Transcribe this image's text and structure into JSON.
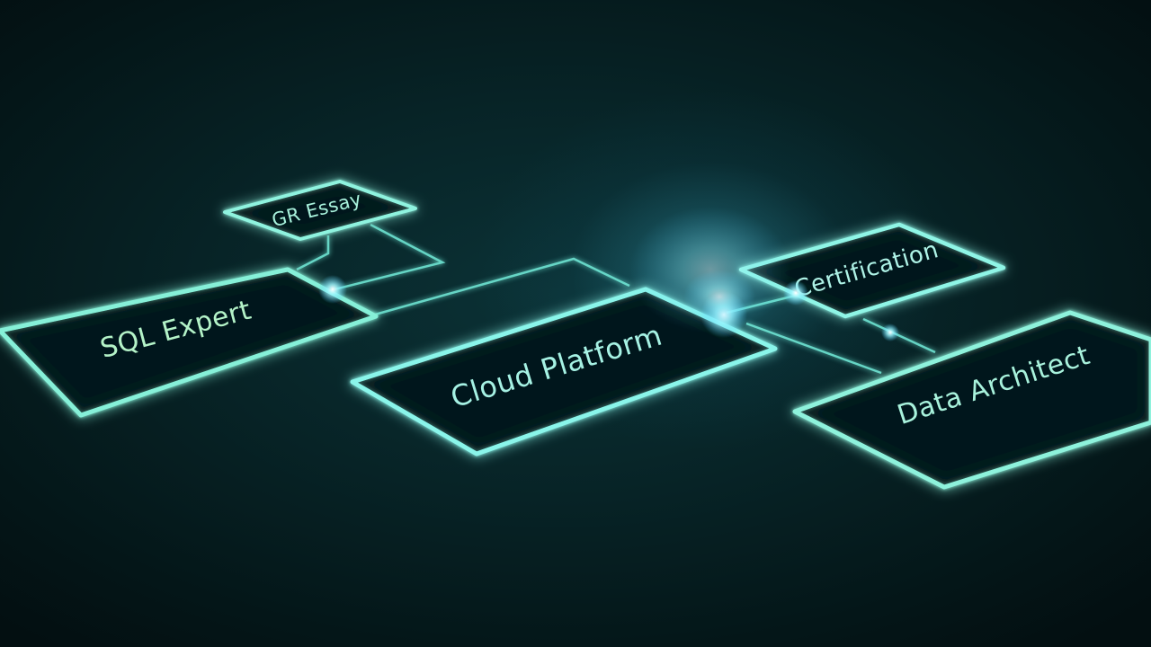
{
  "colors": {
    "background": "#06201f",
    "glow_primary": "#7ff5e4",
    "glow_accent": "#62d8ff",
    "label_text": "#a8f2dc"
  },
  "nodes": {
    "top_small": {
      "label": "GR Essay"
    },
    "sql_expert": {
      "label": "SQL Expert"
    },
    "cloud_platform": {
      "label": "Cloud Platform"
    },
    "certification": {
      "label": "Certification"
    },
    "data_architect": {
      "label": "Data Architect"
    }
  }
}
